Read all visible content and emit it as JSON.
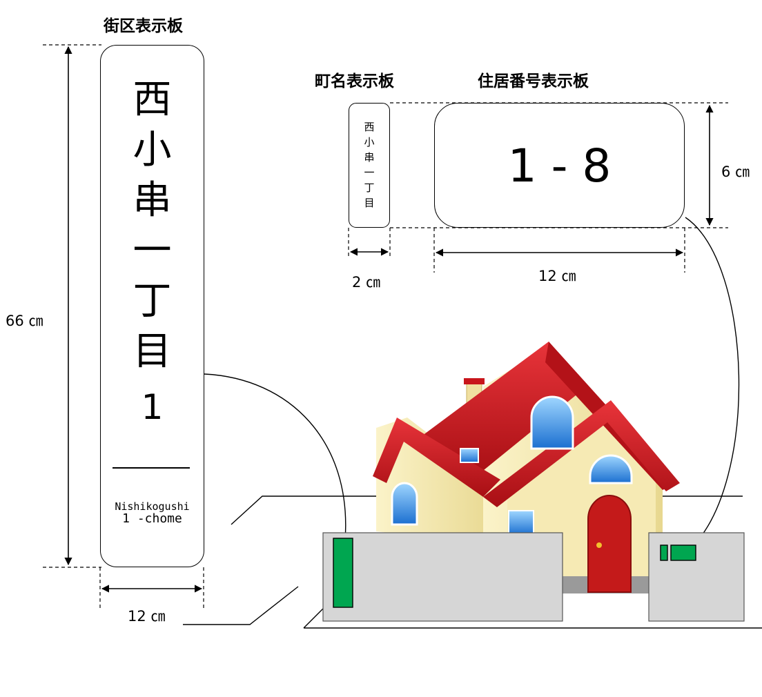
{
  "titles": {
    "block_board": "街区表示板",
    "town_board": "町名表示板",
    "house_number_board": "住居番号表示板"
  },
  "block_board": {
    "town_chars": [
      "西",
      "小",
      "串",
      "一",
      "丁",
      "目"
    ],
    "block_number": "1",
    "romaji_line1": "Nishikogushi",
    "romaji_line2": "1 -chome",
    "height_label": "66 ㎝",
    "width_label": "12 ㎝"
  },
  "town_board": {
    "chars": [
      "西",
      "小",
      "串",
      "一",
      "丁",
      "目"
    ],
    "width_label": "2 ㎝"
  },
  "house_number_board": {
    "number": "1 - 8",
    "height_label": "6 ㎝",
    "width_label": "12 ㎝"
  },
  "colors": {
    "plate_green": "#00a650",
    "wall_gray": "#d6d6d6",
    "roof_red": "#c8151b",
    "house_wall": "#f3e6a6",
    "door_red": "#c41a1a",
    "window_blue": "#2d8fe0"
  }
}
